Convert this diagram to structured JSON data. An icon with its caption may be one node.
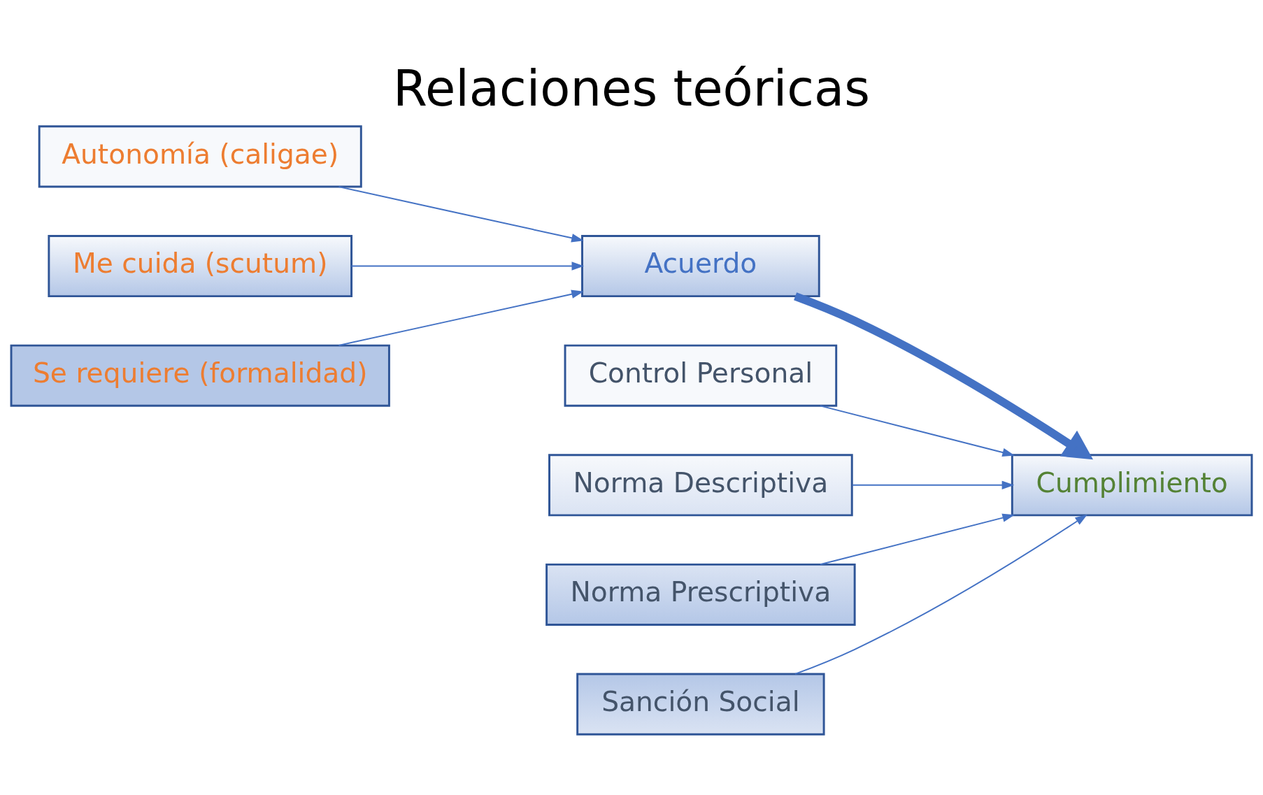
{
  "diagram": {
    "title": "Relaciones teóricas",
    "nodes": [
      {
        "text": [
          "Autonomía (caligae)"
        ]
      },
      {
        "text": [
          "Me cuida (scutum)"
        ]
      },
      {
        "text": [
          "Se requiere (formalidad)"
        ]
      },
      {
        "text": [
          "Acuerdo"
        ]
      },
      {
        "text": [
          "Control Personal"
        ]
      },
      {
        "text": [
          "Norma Descriptiva"
        ]
      },
      {
        "text": [
          "Norma Prescriptiva"
        ]
      },
      {
        "text": [
          "Sanción Social"
        ]
      },
      {
        "text": [
          "Cumplimiento"
        ]
      }
    ],
    "edges": [
      {
        "from": 0,
        "to": 3,
        "arrow": "to"
      },
      {
        "from": 1,
        "to": 3,
        "arrow": "to"
      },
      {
        "from": 2,
        "to": 3,
        "arrow": "to"
      },
      {
        "from": 3,
        "to": 8,
        "arrow": "to",
        "style": "thick"
      },
      {
        "from": 4,
        "to": 8,
        "arrow": "to"
      },
      {
        "from": 5,
        "to": 8,
        "arrow": "to"
      },
      {
        "from": 6,
        "to": 8,
        "arrow": "to"
      },
      {
        "from": 7,
        "to": 8,
        "arrow": "to"
      }
    ]
  }
}
